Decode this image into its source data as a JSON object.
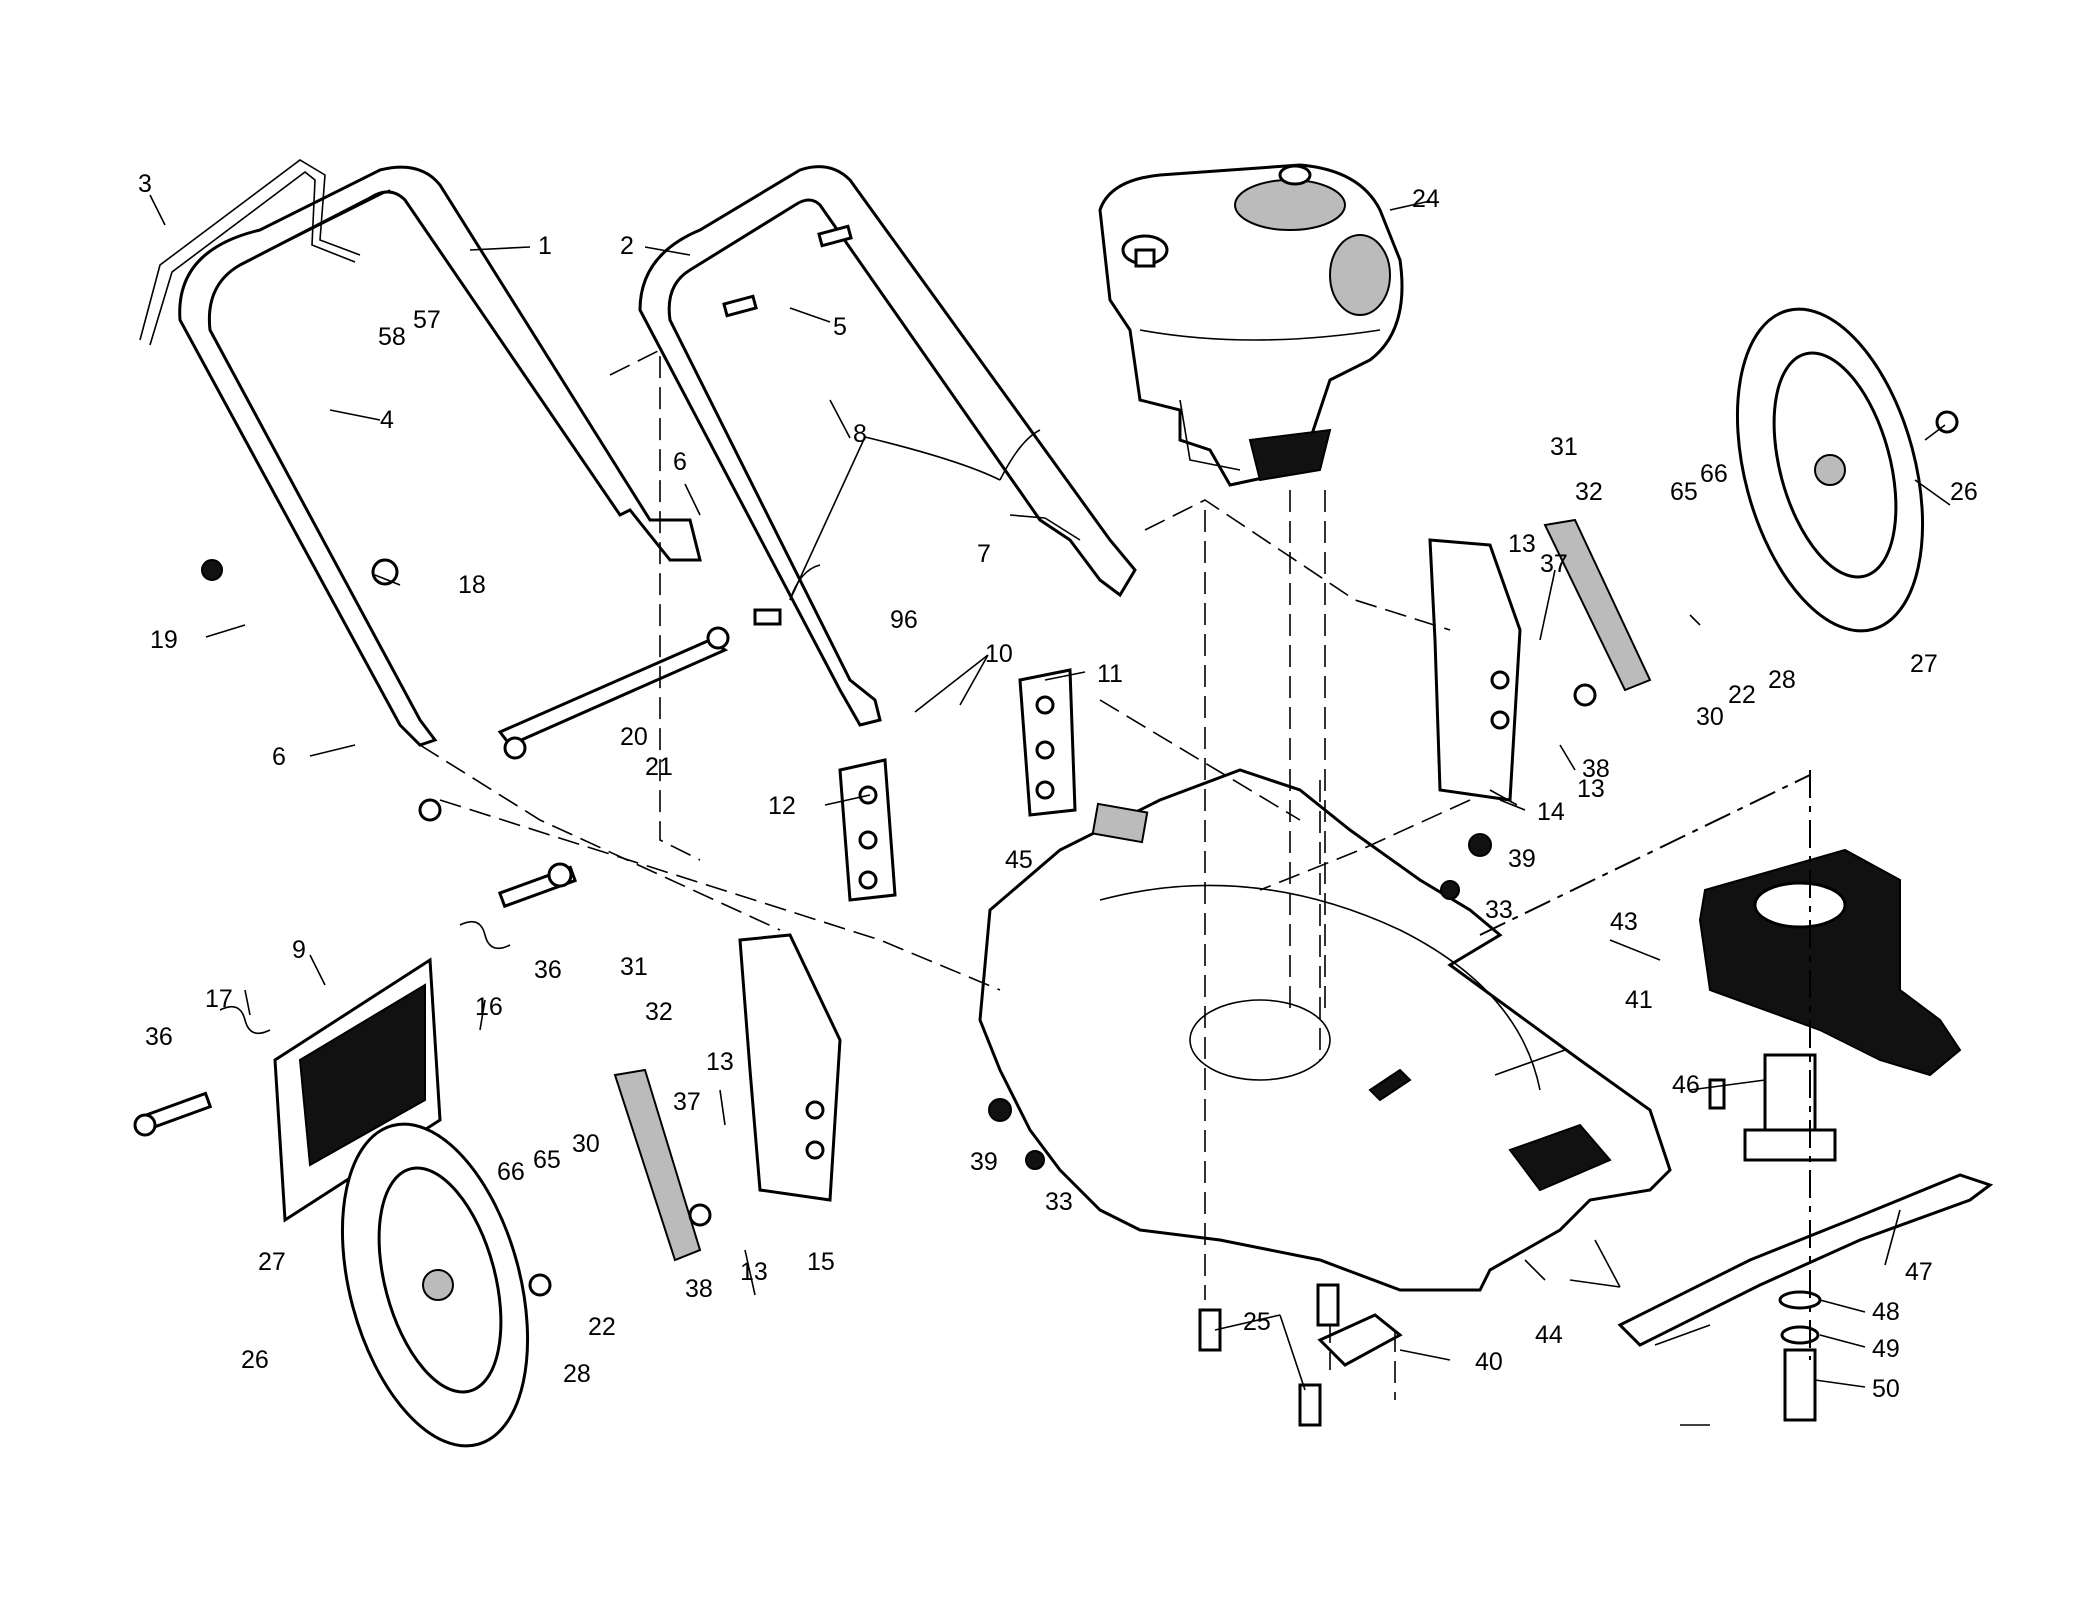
{
  "labels": {
    "p1": "1",
    "p2": "2",
    "p3": "3",
    "p4": "4",
    "p5": "5",
    "p6a": "6",
    "p6b": "6",
    "p7": "7",
    "p8": "8",
    "p9": "9",
    "p10": "10",
    "p11": "11",
    "p12": "12",
    "p13a": "13",
    "p13b": "13",
    "p13c": "13",
    "p13d": "13",
    "p14": "14",
    "p15": "15",
    "p16": "16",
    "p17": "17",
    "p18": "18",
    "p19": "19",
    "p20": "20",
    "p21": "21",
    "p22a": "22",
    "p22b": "22",
    "p24": "24",
    "p25": "25",
    "p26a": "26",
    "p26b": "26",
    "p27a": "27",
    "p27b": "27",
    "p28a": "28",
    "p28b": "28",
    "p30a": "30",
    "p30b": "30",
    "p31a": "31",
    "p31b": "31",
    "p32a": "32",
    "p32b": "32",
    "p33a": "33",
    "p33b": "33",
    "p36a": "36",
    "p36b": "36",
    "p37a": "37",
    "p37b": "37",
    "p38a": "38",
    "p38b": "38",
    "p39a": "39",
    "p39b": "39",
    "p40": "40",
    "p41": "41",
    "p43": "43",
    "p44": "44",
    "p45": "45",
    "p46": "46",
    "p47": "47",
    "p48": "48",
    "p49": "49",
    "p50": "50",
    "p57": "57",
    "p58": "58",
    "p65a": "65",
    "p65b": "65",
    "p66a": "66",
    "p66b": "66",
    "p96": "96"
  }
}
